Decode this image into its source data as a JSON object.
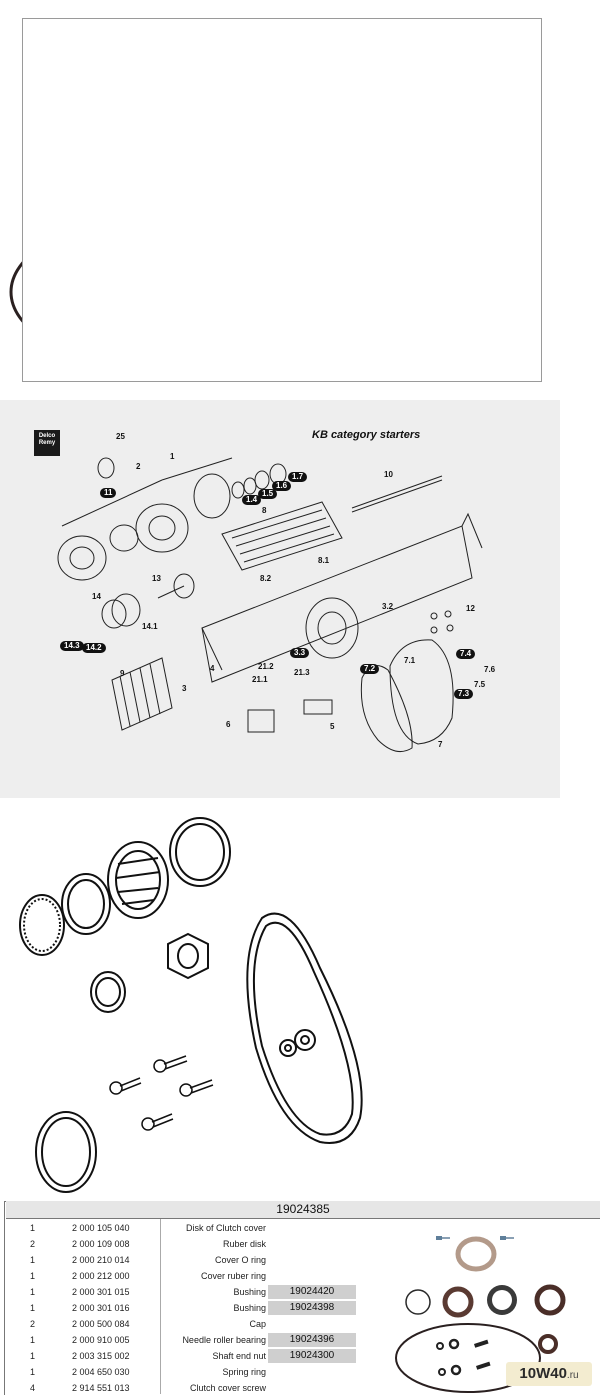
{
  "diagram": {
    "logo_text": "Delco Remy",
    "title": "KB category starters",
    "callouts": [
      "25",
      "2",
      "1",
      "11",
      "1.7",
      "1.6",
      "1.5",
      "1.4",
      "10",
      "8",
      "8.1",
      "8.2",
      "13",
      "3.2",
      "12",
      "14",
      "14.1",
      "14.3",
      "14.2",
      "7.1",
      "3.3",
      "7.2",
      "7.6",
      "7.4",
      "7.5",
      "7.3",
      "21.2",
      "21.1",
      "21.3",
      "4",
      "3",
      "9",
      "6",
      "5",
      "7"
    ]
  },
  "table": {
    "kit_number": "19024385",
    "rows": [
      {
        "qty": "1",
        "code": "2 000 105 040",
        "desc": "Disk of Clutch cover",
        "ref": ""
      },
      {
        "qty": "2",
        "code": "2 000 109 008",
        "desc": "Ruber disk",
        "ref": ""
      },
      {
        "qty": "1",
        "code": "2 000 210 014",
        "desc": "Cover O ring",
        "ref": ""
      },
      {
        "qty": "1",
        "code": "2 000 212 000",
        "desc": "Cover ruber ring",
        "ref": ""
      },
      {
        "qty": "1",
        "code": "2 000 301 015",
        "desc": "Bushing",
        "ref": "19024420"
      },
      {
        "qty": "1",
        "code": "2 000 301 016",
        "desc": "Bushing",
        "ref": "19024398"
      },
      {
        "qty": "2",
        "code": "2 000 500 084",
        "desc": "Cap",
        "ref": ""
      },
      {
        "qty": "1",
        "code": "2 000 910 005",
        "desc": "Needle roller bearing",
        "ref": "19024396"
      },
      {
        "qty": "1",
        "code": "2 003 315 002",
        "desc": "Shaft end nut",
        "ref": "19024300"
      },
      {
        "qty": "1",
        "code": "2 004 650 030",
        "desc": "Spring ring",
        "ref": ""
      },
      {
        "qty": "4",
        "code": "2 914 551 013",
        "desc": "Clutch cover screw",
        "ref": ""
      }
    ]
  },
  "watermark": {
    "brand": "10W40",
    "tld": ".ru"
  },
  "colors": {
    "ring_dark": "#3b2420",
    "ring_brown": "#5a3a32",
    "ring_tan": "#b39a8a",
    "line": "#222222",
    "bolt_blue": "#5f7f9a"
  }
}
